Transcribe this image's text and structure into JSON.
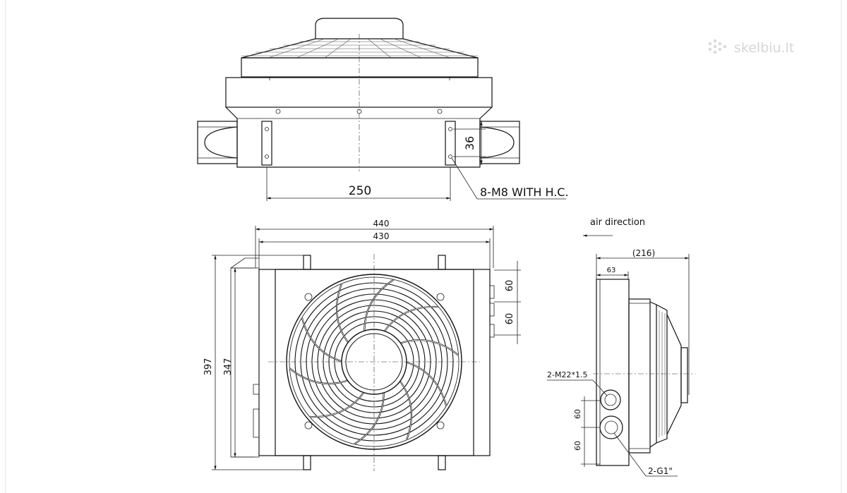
{
  "watermark": {
    "text": "skelbiu.lt",
    "icon": "dots-logo-icon"
  },
  "top_view": {
    "dim_spacing": "250",
    "dim_height": "36",
    "callout": "8-M8 WITH H.C."
  },
  "front_view": {
    "dim_overall_width": "440",
    "dim_core_width": "430",
    "dim_overall_height": "397",
    "dim_core_height": "347",
    "dim_bracket_upper": "60",
    "dim_bracket_lower": "60"
  },
  "side_view": {
    "air_direction": "air direction",
    "dim_depth": "(216)",
    "dim_core_depth": "63",
    "port_upper": "2-M22*1.5",
    "port_lower": "2-G1\"",
    "dim_port_upper": "60",
    "dim_port_lower": "60"
  }
}
